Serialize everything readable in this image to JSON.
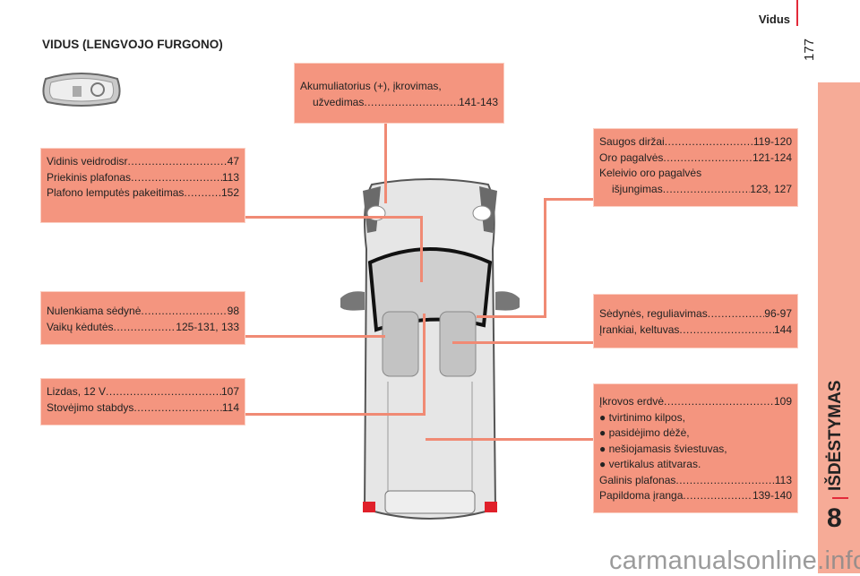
{
  "header": {
    "section": "Vidus",
    "page_number": "177"
  },
  "title": "VIDUS (LENGVOJO FURGONO)",
  "side_tab": {
    "label": "IŠDĖSTYMAS",
    "chapter": "8"
  },
  "boxes": {
    "battery": {
      "line1": "Akumuliatorius (+), įkrovimas,",
      "label": "užvedimas",
      "page": "141-143"
    },
    "mirror": [
      {
        "label": "Vidinis veidrodisr",
        "page": "47"
      },
      {
        "label": "Priekinis plafonas",
        "page": "113"
      },
      {
        "label": "Plafono lemputės pakeitimas",
        "page": "152"
      }
    ],
    "seat": [
      {
        "label": "Nulenkiama sėdynė",
        "page": "98"
      },
      {
        "label": "Vaikų kėdutės",
        "page": "125-131, 133"
      }
    ],
    "socket": [
      {
        "label": "Lizdas, 12 V",
        "page": "107"
      },
      {
        "label": "Stovėjimo stabdys",
        "page": "114"
      }
    ],
    "safety": {
      "items": [
        {
          "label": "Saugos diržai",
          "page": "119-120"
        },
        {
          "label": "Oro pagalvės",
          "page": "121-124"
        }
      ],
      "line3": "Keleivio oro pagalvės",
      "label4": "išjungimas",
      "page4": "123, 127"
    },
    "seats_adj": [
      {
        "label": "Sėdynės, reguliavimas",
        "page": "96-97"
      },
      {
        "label": "Įrankiai, keltuvas",
        "page": "144"
      }
    ],
    "cargo": {
      "first": {
        "label": "Įkrovos erdvė",
        "page": "109"
      },
      "bullets": [
        "● tvirtinimo kilpos,",
        "● pasidėjimo dėžė,",
        "● nešiojamasis šviestuvas,",
        "● vertikalus atitvaras."
      ],
      "rest": [
        {
          "label": "Galinis plafonas",
          "page": "113"
        },
        {
          "label": "Papildoma įranga",
          "page": "139-140"
        }
      ]
    }
  },
  "watermark": "carmanualsonline.info"
}
